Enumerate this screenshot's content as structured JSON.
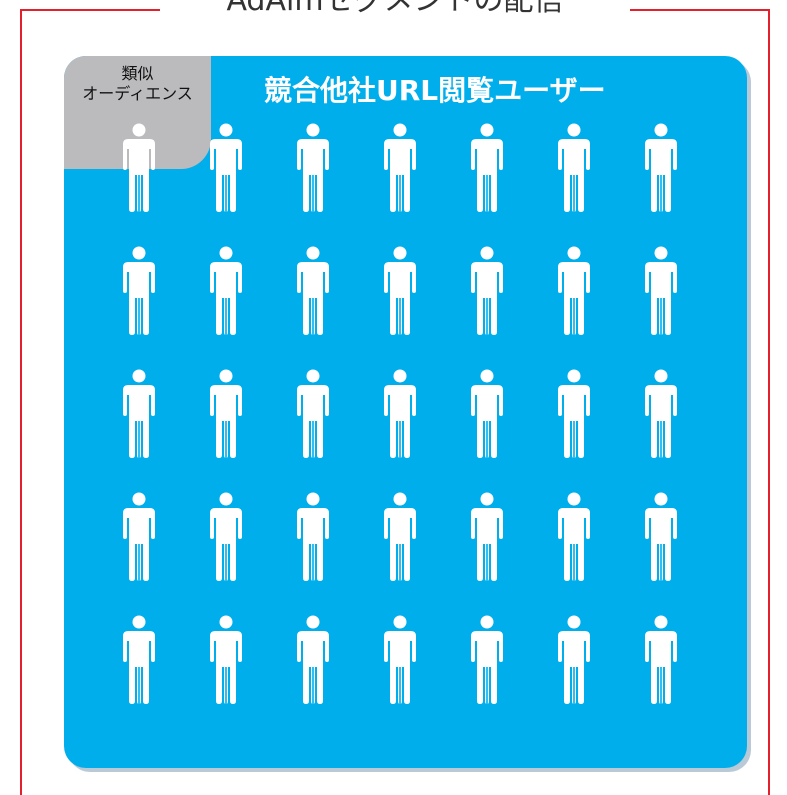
{
  "header": {
    "title": "AdAimセグメントの配信"
  },
  "panel": {
    "title": "競合他社URL閲覧ユーザー",
    "similar_audience_label_line1": "類似",
    "similar_audience_label_line2": "オーディエンス"
  },
  "people_grid": {
    "rows": 5,
    "columns": 7,
    "icon": "person-icon"
  },
  "colors": {
    "frame": "#e4202c",
    "panel": "#00aeec",
    "similar_box": "#bbbbbd",
    "person": "#ffffff"
  }
}
